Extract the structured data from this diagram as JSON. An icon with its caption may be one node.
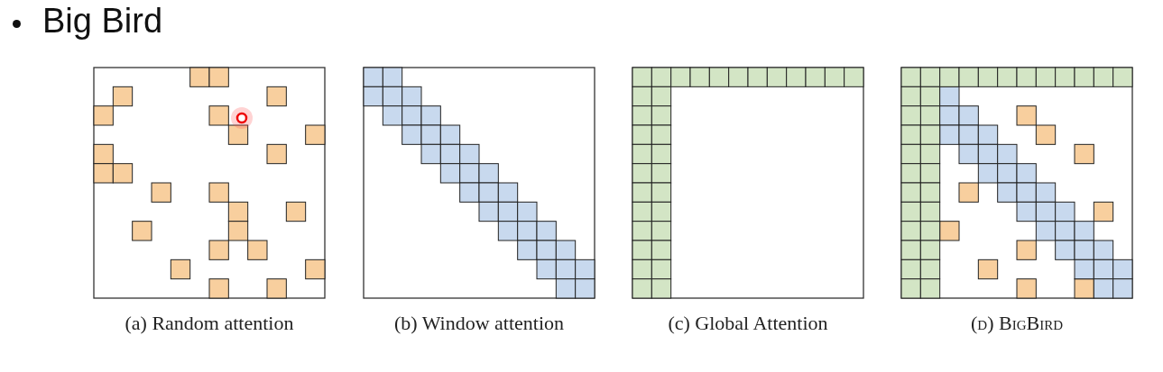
{
  "diagram": {
    "title": "Big Bird",
    "labels": [
      "(a) Random attention",
      "(b) Window attention",
      "(c) Global Attention",
      "(d) BigBird"
    ]
  }
}
